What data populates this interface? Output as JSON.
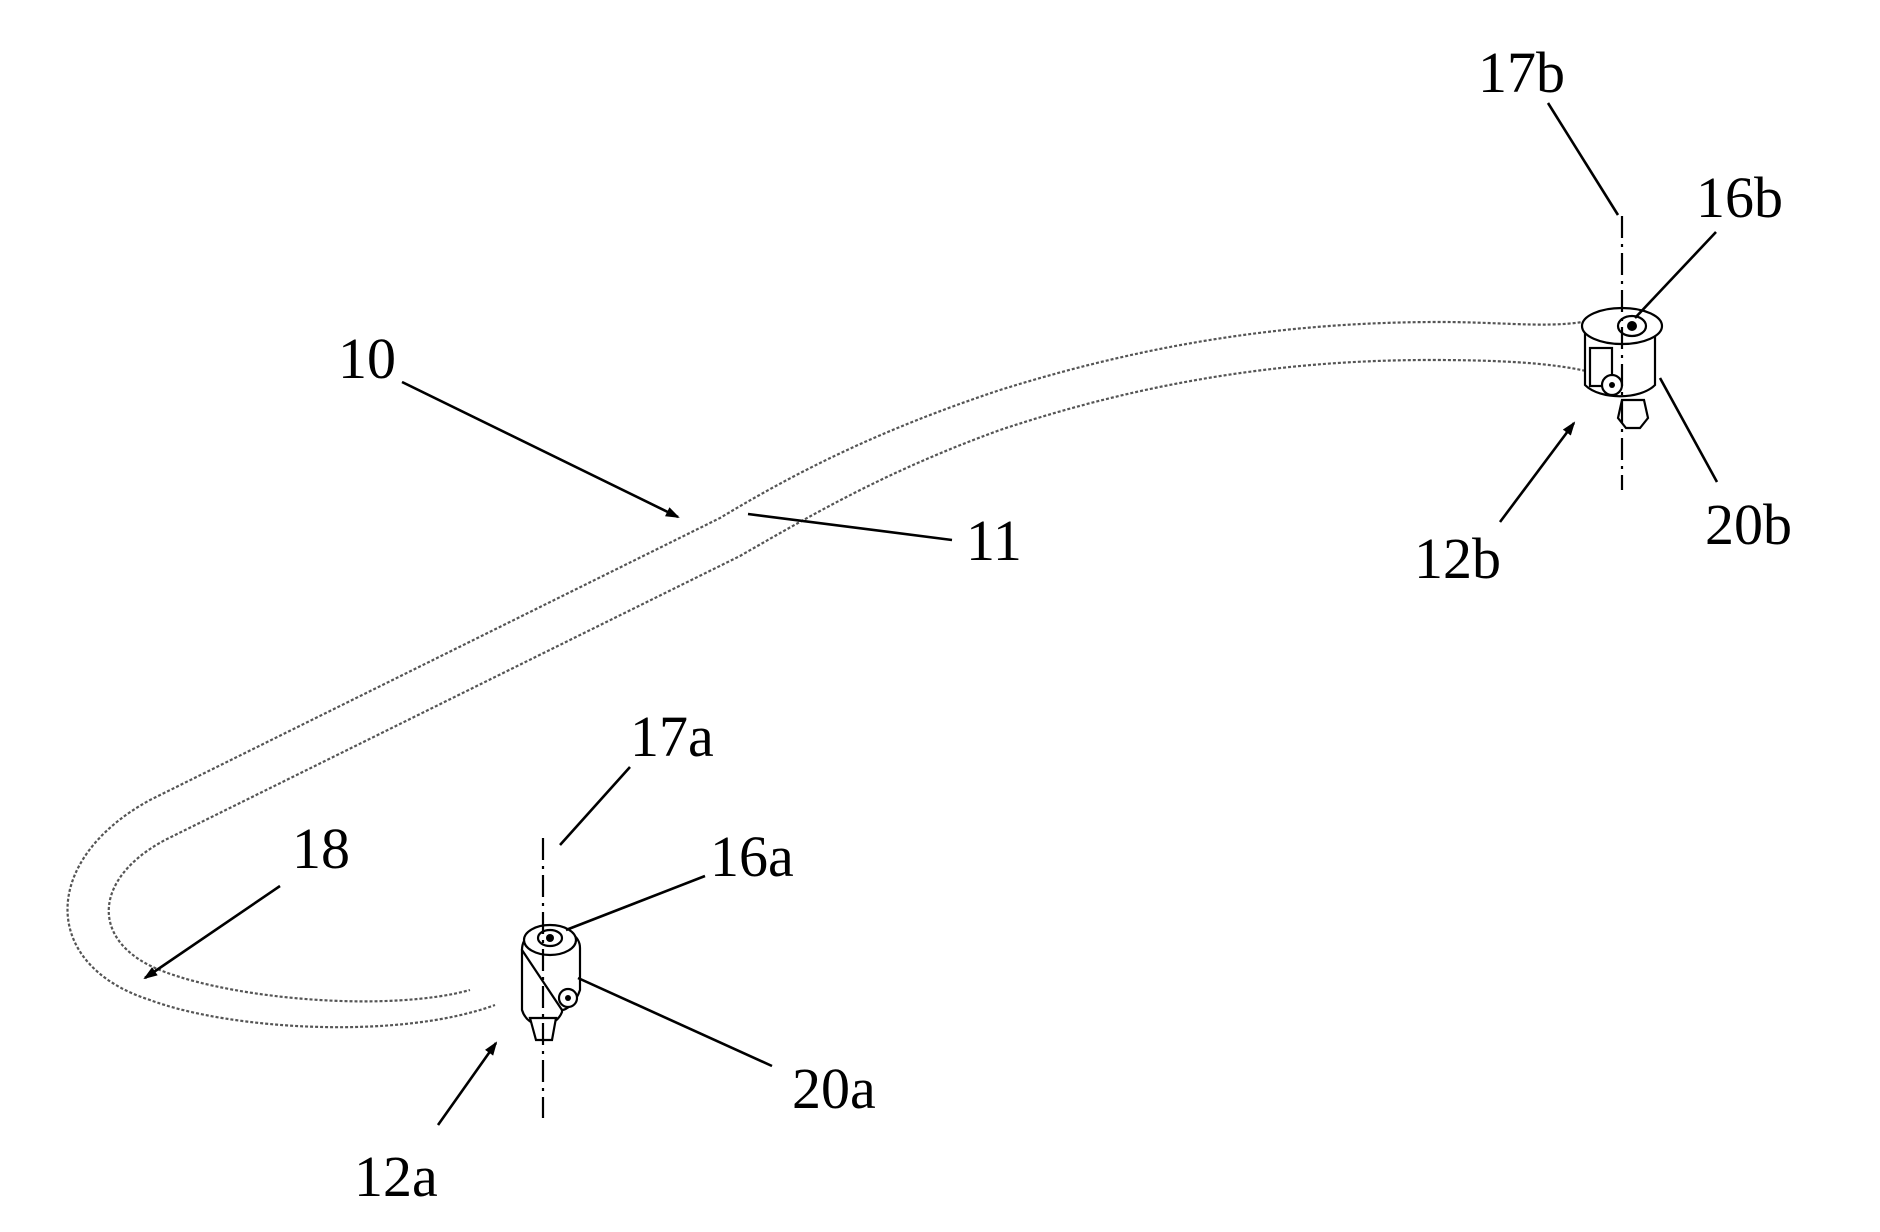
{
  "figure": {
    "labels": {
      "l10": "10",
      "l11": "11",
      "l12a": "12a",
      "l12b": "12b",
      "l16a": "16a",
      "l16b": "16b",
      "l17a": "17a",
      "l17b": "17b",
      "l18": "18",
      "l20a": "20a",
      "l20b": "20b"
    }
  }
}
